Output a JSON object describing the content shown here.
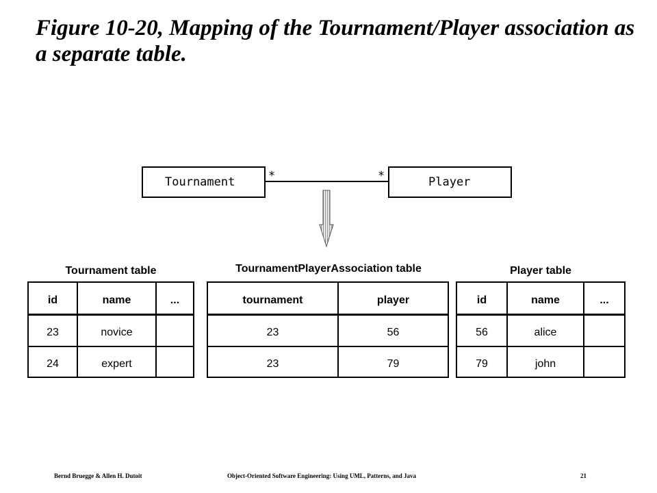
{
  "slide": {
    "title": "Figure 10-20, Mapping of the Tournament/Player association as a separate table."
  },
  "uml": {
    "left_class": "Tournament",
    "right_class": "Player",
    "left_multiplicity": "*",
    "right_multiplicity": "*"
  },
  "tables": {
    "tournament": {
      "caption": "Tournament table",
      "headers": [
        "id",
        "name",
        "..."
      ],
      "rows": [
        [
          "23",
          "novice",
          ""
        ],
        [
          "24",
          "expert",
          ""
        ]
      ]
    },
    "association": {
      "caption": "TournamentPlayerAssociation table",
      "headers": [
        "tournament",
        "player"
      ],
      "rows": [
        [
          "23",
          "56"
        ],
        [
          "23",
          "79"
        ]
      ]
    },
    "player": {
      "caption": "Player table",
      "headers": [
        "id",
        "name",
        "..."
      ],
      "rows": [
        [
          "56",
          "alice",
          ""
        ],
        [
          "79",
          "john",
          ""
        ]
      ]
    }
  },
  "footer": {
    "authors": "Bernd Bruegge & Allen H. Dutoit",
    "book": "Object-Oriented Software Engineering: Using UML, Patterns, and Java",
    "page": "21"
  }
}
